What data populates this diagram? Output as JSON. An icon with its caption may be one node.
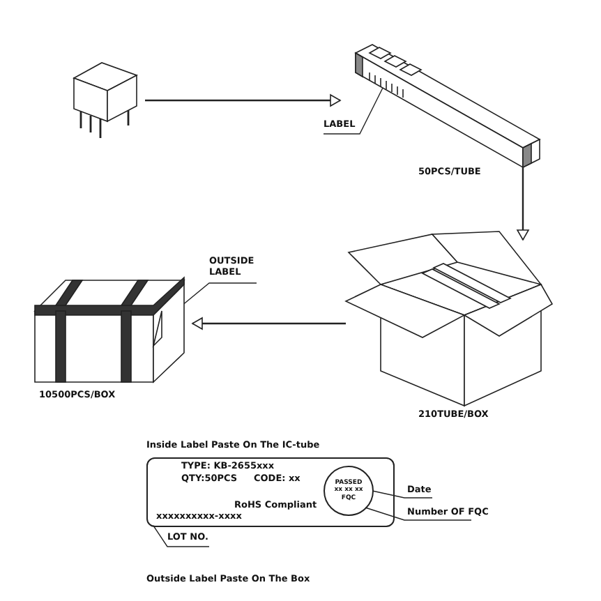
{
  "diagram": {
    "nodes": [
      {
        "text": [],
        "shape": "picture"
      },
      {
        "text": [],
        "shape": "picture",
        "beside": [
          "50PCS/TUBE"
        ]
      },
      {
        "text": [
          "LABEL"
        ]
      },
      {
        "text": [
          "OUTSIDE LABEL"
        ]
      },
      {
        "text": [],
        "shape": "picture",
        "beside": [
          "10500PCS/BOX"
        ]
      },
      {
        "text": [],
        "shape": "picture",
        "beside": [
          "210TUBE/BOX"
        ]
      },
      {
        "text": [
          "Inside Label Paste On The IC-tube",
          "TYPE: KB-2655xxx",
          "QTY:50PCS",
          "CODE: xx",
          "xxxxxxxxxx-xxxx",
          "RoHS Compliant"
        ]
      },
      {
        "text": [
          "PASSED",
          "xx xx xx",
          "FQC"
        ],
        "in": 6
      },
      {
        "text": [
          "Date"
        ]
      },
      {
        "text": [
          "Number OF FQC"
        ]
      },
      {
        "text": [
          "LOT NO."
        ]
      }
    ],
    "edges": [
      {
        "from": 0,
        "to": 1,
        "arrow": "to"
      },
      {
        "from": 1,
        "to": 5,
        "arrow": "to"
      },
      {
        "from": 5,
        "to": 4,
        "arrow": "to"
      },
      {
        "from": 2,
        "to": 1,
        "arrow": "none"
      },
      {
        "from": 3,
        "to": 4,
        "arrow": "none"
      },
      {
        "from": 8,
        "to": 7,
        "arrow": "none"
      },
      {
        "from": 9,
        "to": 7,
        "arrow": "none"
      },
      {
        "from": 10,
        "to": 6,
        "arrow": "none"
      }
    ],
    "labels": [
      "Outside Label Paste On The Box"
    ]
  }
}
